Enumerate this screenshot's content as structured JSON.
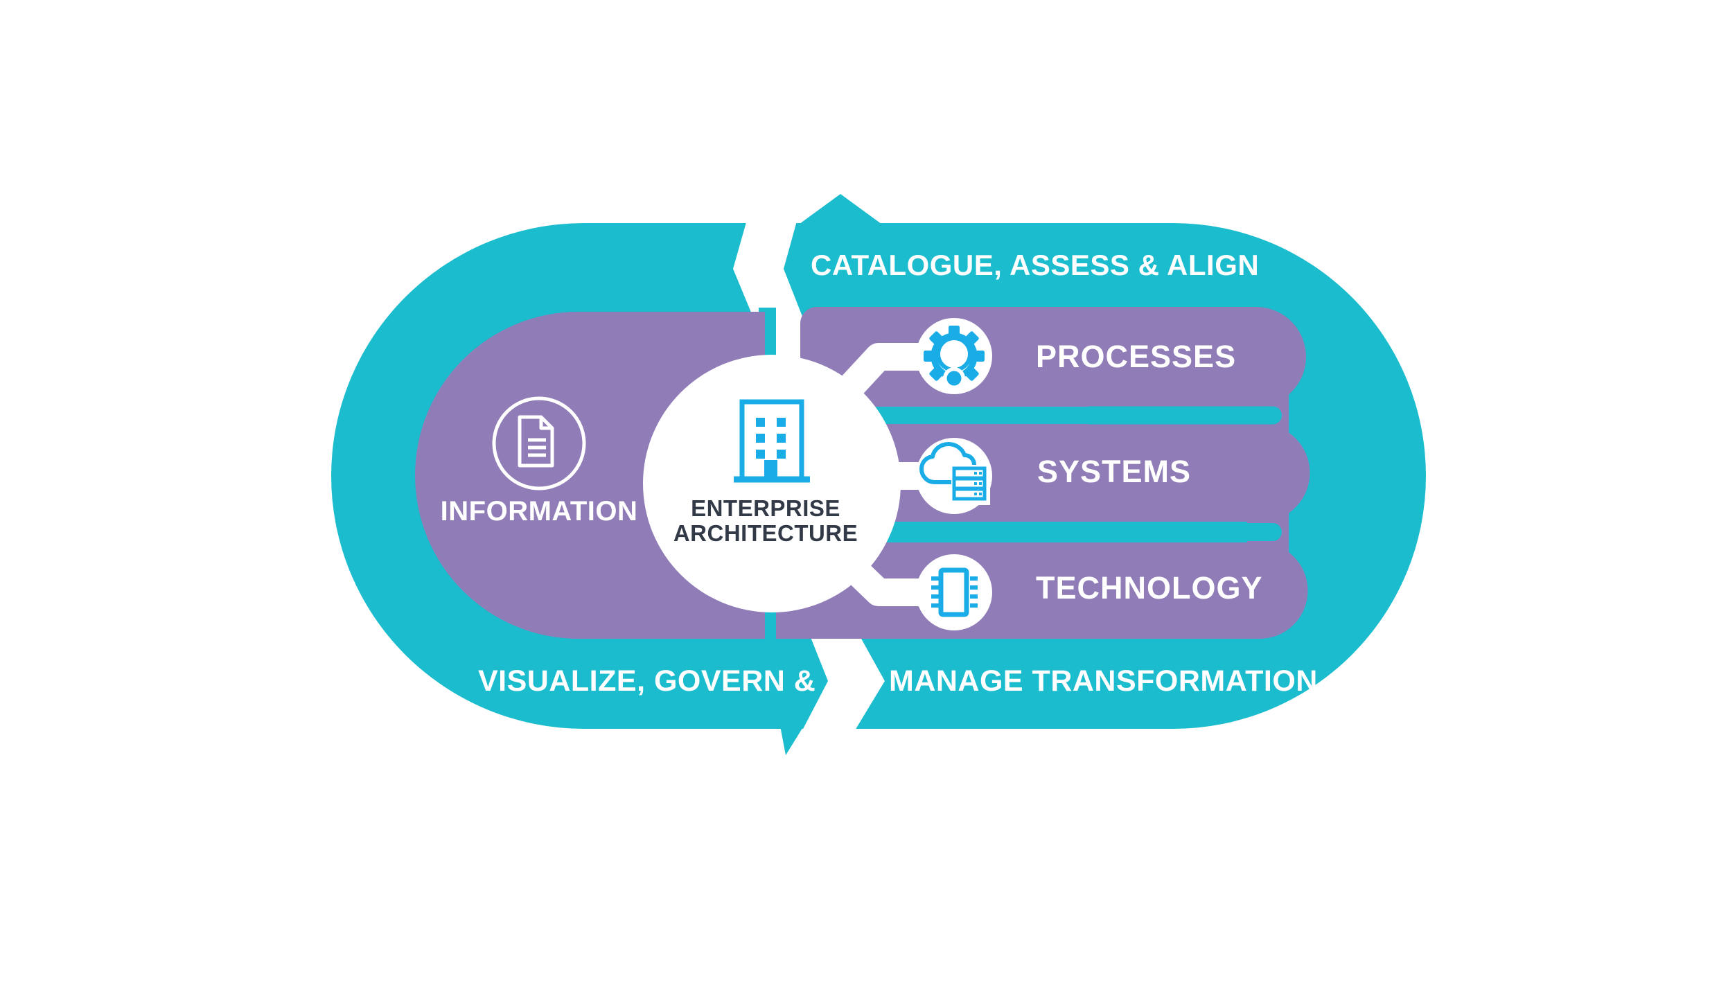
{
  "colors": {
    "loop_teal": "#1ABCCE",
    "inner_purple": "#907CB7",
    "icon_blue": "#1AACE6",
    "hub_text_dark": "#323A48",
    "white": "#FFFFFF"
  },
  "loop": {
    "top_label": "CATALOGUE, ASSESS & ALIGN",
    "bottom_left_label": "VISUALIZE, GOVERN &",
    "bottom_right_label": "MANAGE TRANSFORMATION"
  },
  "hub": {
    "line1": "ENTERPRISE",
    "line2": "ARCHITECTURE",
    "icon": "building-icon"
  },
  "information": {
    "label": "INFORMATION",
    "icon": "document-icon"
  },
  "branches": [
    {
      "label": "PROCESSES",
      "icon": "gear-lightbulb-icon"
    },
    {
      "label": "SYSTEMS",
      "icon": "cloud-server-icon"
    },
    {
      "label": "TECHNOLOGY",
      "icon": "chip-icon"
    }
  ]
}
